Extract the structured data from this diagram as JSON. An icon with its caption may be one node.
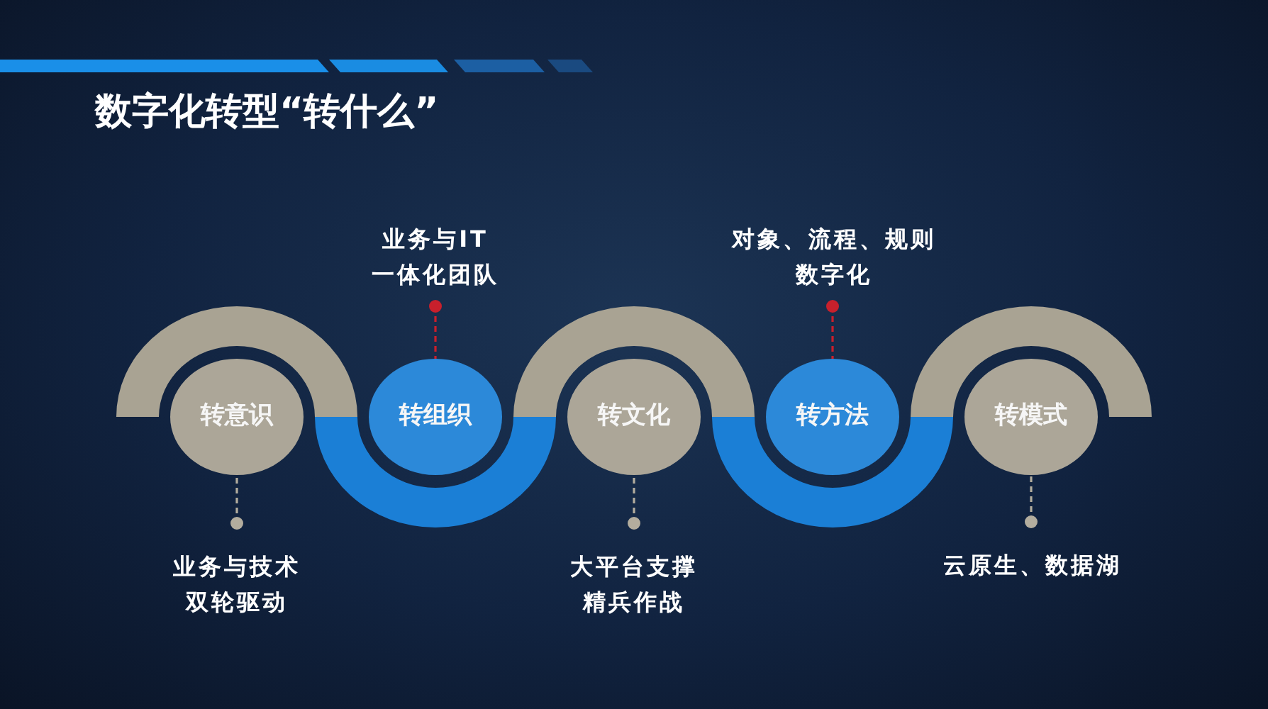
{
  "diagram": {
    "title": "数字化转型“转什么”",
    "nodes": [
      {
        "text": [
          "转意识"
        ]
      },
      {
        "text": [
          "转组织"
        ]
      },
      {
        "text": [
          "转文化"
        ]
      },
      {
        "text": [
          "转方法"
        ]
      },
      {
        "text": [
          "转模式"
        ]
      },
      {
        "text": [
          "业务与IT一体化团队"
        ]
      },
      {
        "text": [
          "对象、流程、规则数字化"
        ]
      },
      {
        "text": [
          "业务与技术双轮驱动"
        ]
      },
      {
        "text": [
          "大平台支撑精兵作战"
        ]
      },
      {
        "text": [
          "云原生、数据湖"
        ]
      }
    ],
    "edges": [
      {
        "from": 5,
        "to": 1,
        "arrow": "other",
        "style": "dashed",
        "color": "#c8202c"
      },
      {
        "from": 6,
        "to": 3,
        "arrow": "other",
        "style": "dashed",
        "color": "#c8202c"
      },
      {
        "from": 7,
        "to": 0,
        "arrow": "other",
        "style": "dashed"
      },
      {
        "from": 8,
        "to": 2,
        "arrow": "other",
        "style": "dashed"
      },
      {
        "from": 9,
        "to": 4,
        "arrow": "other",
        "style": "dashed"
      }
    ]
  }
}
